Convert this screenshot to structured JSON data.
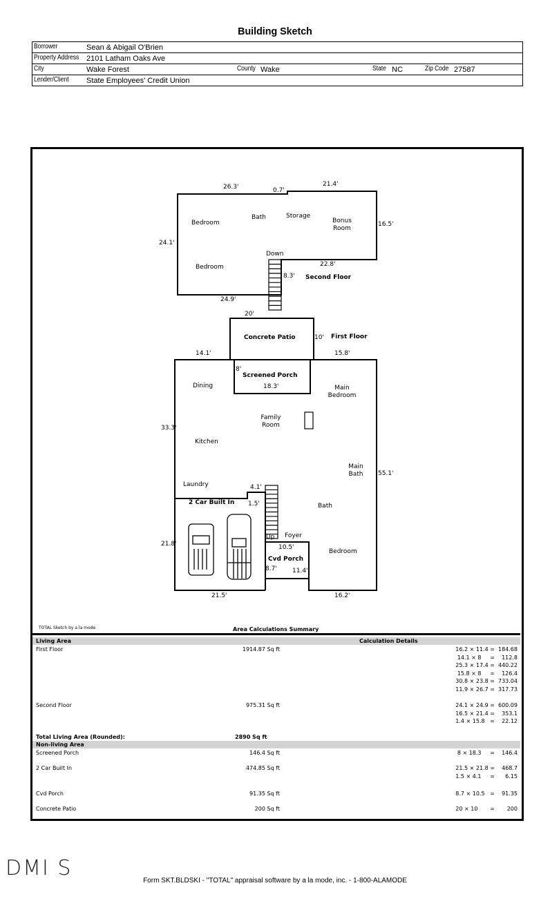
{
  "title": "Building Sketch",
  "header": {
    "borrower_label": "Borrower",
    "borrower": "Sean & Abigail O'Brien",
    "address_label": "Property Address",
    "address": "2101 Latham Oaks Ave",
    "city_label": "City",
    "city": "Wake Forest",
    "county_label": "County",
    "county": "Wake",
    "state_label": "State",
    "state": "NC",
    "zip_label": "Zip Code",
    "zip": "27587",
    "lender_label": "Lender/Client",
    "lender": "State Employees' Credit Union"
  },
  "sketch": {
    "second_floor": {
      "title": "Second Floor",
      "rooms": [
        "Bedroom",
        "Bath",
        "Storage",
        "Bonus Room",
        "Bedroom",
        "Down"
      ],
      "dims": [
        "26.3'",
        "0.7'",
        "21.4'",
        "16.5'",
        "24.1'",
        "22.8'",
        "8.3'",
        "24.9'"
      ]
    },
    "patio": {
      "title": "Concrete Patio",
      "dims": [
        "20'",
        "10'"
      ]
    },
    "first_floor": {
      "title": "First Floor",
      "rooms": [
        "Dining",
        "Main Bedroom",
        "Family Room",
        "Kitchen",
        "Main Bath",
        "Laundry",
        "Bath",
        "Foyer",
        "Bedroom",
        "Up"
      ],
      "dims": [
        "14.1'",
        "15.8'",
        "33.3'",
        "55.1'",
        "4.1'",
        "1.5'",
        "21.8'",
        "10.5'",
        "8.7'",
        "11.4'",
        "21.5'",
        "16.2'"
      ]
    },
    "screened_porch": {
      "title": "Screened Porch",
      "dims": [
        "8'",
        "18.3'"
      ]
    },
    "garage": {
      "title": "2 Car Built In"
    },
    "cvd_porch": {
      "title": "Cvd Porch"
    },
    "credit": "TOTAL Sketch by a la mode"
  },
  "calc": {
    "title": "Area Calculations Summary",
    "living_header": "Living Area",
    "details_header": "Calculation Details",
    "living": [
      {
        "name": "First Floor",
        "area": "1914.87 Sq ft",
        "details": [
          "16.2 × 11.4 =  184.68",
          "14.1 × 8     =    112.8",
          "25.3 × 17.4 =  440.22",
          "15.8 × 8     =    126.4",
          "30.8 × 23.8 =  733.04",
          "11.9 × 26.7 =  317.73"
        ]
      },
      {
        "name": "Second Floor",
        "area": "975.31 Sq ft",
        "details": [
          "24.1 × 24.9 =  600.09",
          "16.5 × 21.4 =    353.1",
          "1.4 × 15.8   =    22.12"
        ]
      }
    ],
    "total_label": "Total Living Area (Rounded):",
    "total": "2890 Sq ft",
    "nonliving_header": "Non-living Area",
    "nonliving": [
      {
        "name": "Screened Porch",
        "area": "146.4 Sq ft",
        "details": [
          "8 × 18.3     =    146.4"
        ]
      },
      {
        "name": "2 Car Built In",
        "area": "474.85 Sq ft",
        "details": [
          "21.5 × 21.8 =    468.7",
          "1.5 × 4.1     =      6.15"
        ]
      },
      {
        "name": "Cvd Porch",
        "area": "91.35 Sq ft",
        "details": [
          "8.7 × 10.5   =    91.35"
        ]
      },
      {
        "name": "Concrete Patio",
        "area": "200 Sq ft",
        "details": [
          "20 × 10       =       200"
        ]
      }
    ]
  },
  "logo": "DMIS",
  "footer": "Form SKT.BLDSKI - \"TOTAL\" appraisal software by a la mode, inc. - 1-800-ALAMODE"
}
